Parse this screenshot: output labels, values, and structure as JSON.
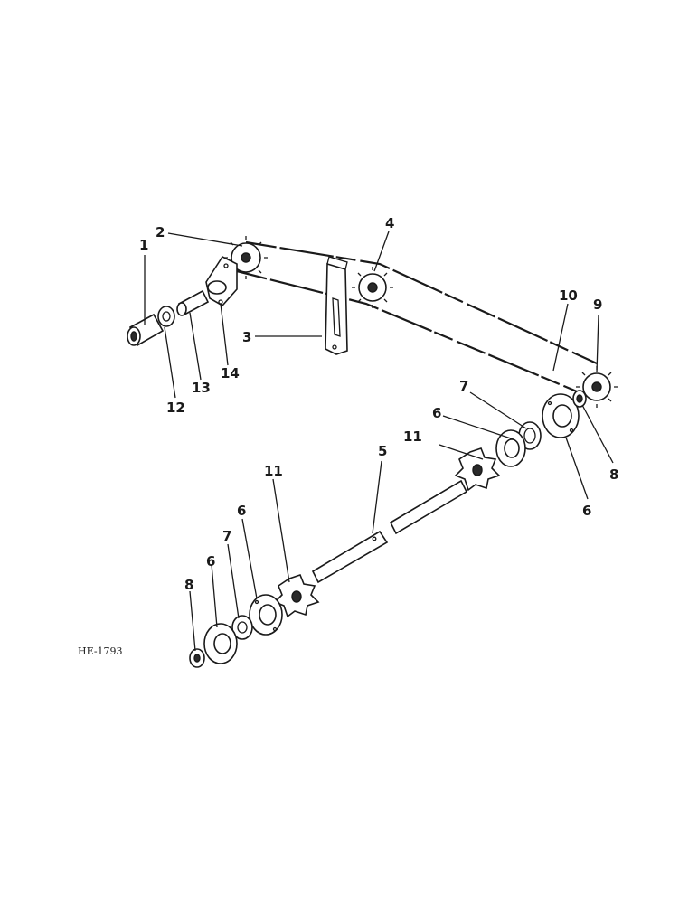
{
  "figure_code": "HE-1793",
  "callouts": [
    "1",
    "2",
    "3",
    "4",
    "5",
    "6",
    "6",
    "6",
    "6",
    "7",
    "7",
    "8",
    "8",
    "9",
    "10",
    "11",
    "11",
    "12",
    "13",
    "14"
  ]
}
